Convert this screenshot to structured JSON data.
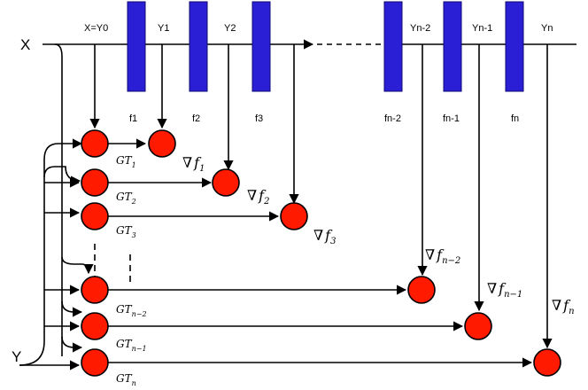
{
  "input_x": "X",
  "input_y": "Y",
  "top_labels": {
    "y0": "X=Y0",
    "y1": "Y1",
    "y2": "Y2",
    "yn2": "Yn-2",
    "yn1": "Yn-1",
    "yn": "Yn"
  },
  "blocks": {
    "f1": "f1",
    "f2": "f2",
    "f3": "f3",
    "fn2": "fn-2",
    "fn1": "fn-1",
    "fn": "fn"
  },
  "gt": {
    "gt1": {
      "base": "GT",
      "sub": "1"
    },
    "gt2": {
      "base": "GT",
      "sub": "2"
    },
    "gt3": {
      "base": "GT",
      "sub": "3"
    },
    "gtn2": {
      "base": "GT",
      "sub": "n−2"
    },
    "gtn1": {
      "base": "GT",
      "sub": "n−1"
    },
    "gtn": {
      "base": "GT",
      "sub": "n"
    }
  },
  "grads": {
    "g1": {
      "base": "∇",
      "f": "f",
      "sub": "1"
    },
    "g2": {
      "base": "∇",
      "f": "f",
      "sub": "2"
    },
    "g3": {
      "base": "∇",
      "f": "f",
      "sub": "3"
    },
    "gn2": {
      "base": "∇",
      "f": "f",
      "sub": "n−2"
    },
    "gn1": {
      "base": "∇",
      "f": "f",
      "sub": "n−1"
    },
    "gn": {
      "base": "∇",
      "f": "f",
      "sub": "n"
    }
  },
  "colors": {
    "block_fill": "#2b1fd6",
    "node_fill": "#ff1a00",
    "line": "#000000"
  }
}
